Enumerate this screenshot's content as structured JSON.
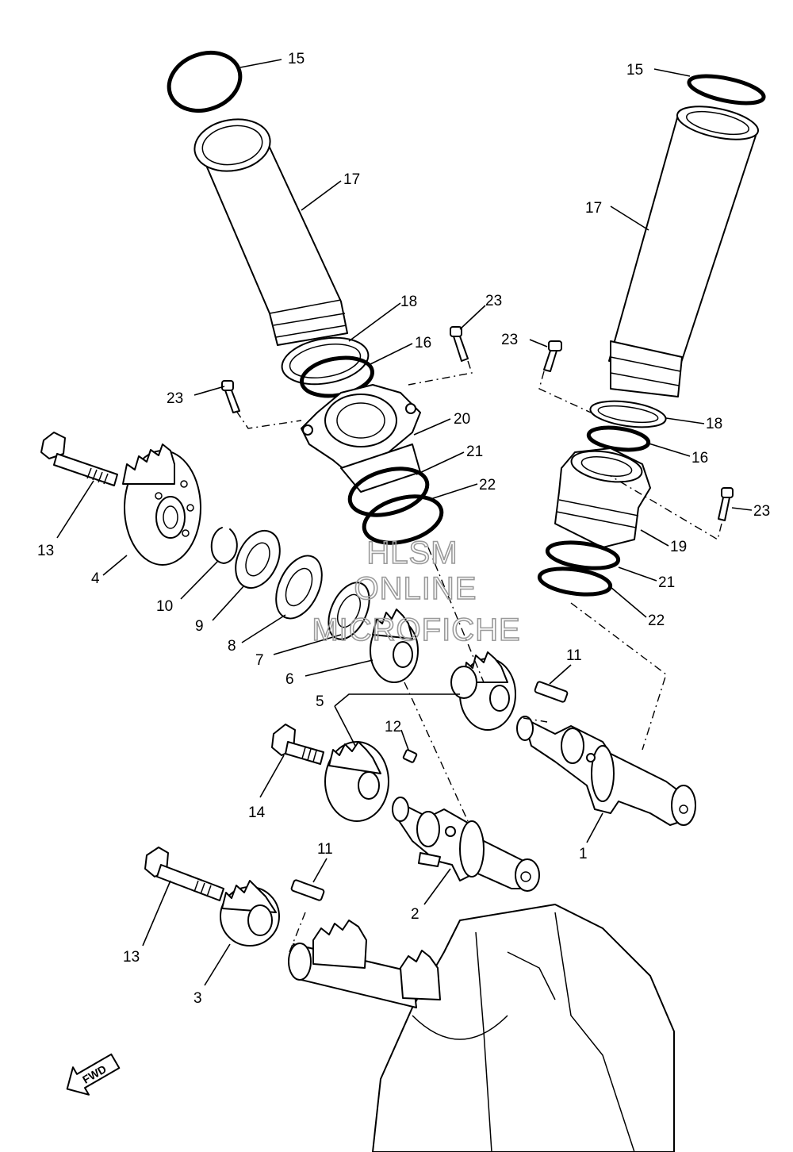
{
  "watermark": {
    "line1": "HLSM",
    "line2": "ONLINE",
    "line3": "MICROFICHE"
  },
  "direction_label": "FWD",
  "callouts": {
    "p15a": "15",
    "p15b": "15",
    "p17a": "17",
    "p17b": "17",
    "p18a": "18",
    "p18b": "18",
    "p16a": "16",
    "p16b": "16",
    "p23a": "23",
    "p23b": "23",
    "p23c": "23",
    "p23d": "23",
    "p20": "20",
    "p19": "19",
    "p21a": "21",
    "p21b": "21",
    "p22a": "22",
    "p22b": "22",
    "p13a": "13",
    "p13b": "13",
    "p4": "4",
    "p10": "10",
    "p9": "9",
    "p8": "8",
    "p7": "7",
    "p6": "6",
    "p5": "5",
    "p11a": "11",
    "p11b": "11",
    "p12": "12",
    "p14": "14",
    "p1": "1",
    "p2": "2",
    "p3": "3"
  }
}
